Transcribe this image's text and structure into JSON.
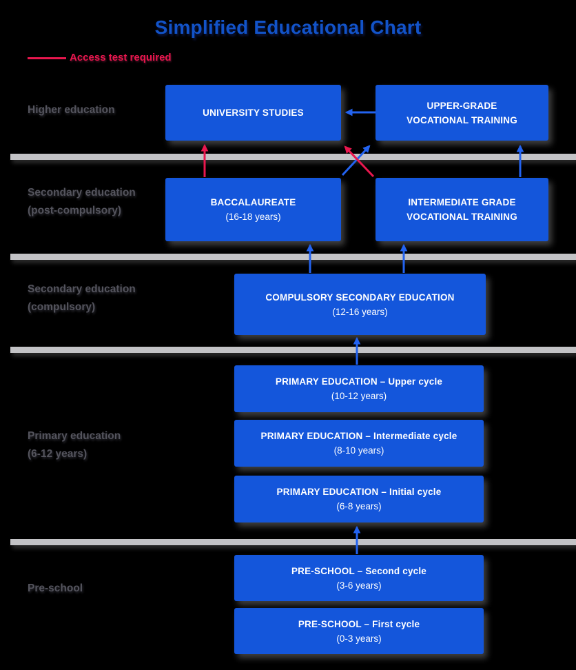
{
  "title": "Simplified Educational Chart",
  "legend": {
    "label": "Access test required"
  },
  "colors": {
    "background": "#000000",
    "title-blue": "#1253c8",
    "box-blue": "#1456db",
    "arrow-blue": "#2363f0",
    "crimson": "#e9174e",
    "band-gray": "#c3c3c6",
    "label-gray": "#54545d",
    "box-text": "#ffffff"
  },
  "stage_labels": [
    {
      "line1": "Higher education",
      "line2": ""
    },
    {
      "line1": "Secondary education",
      "line2": "(post-compulsory)"
    },
    {
      "line1": "Secondary education",
      "line2": "(compulsory)"
    },
    {
      "line1": "Primary education",
      "line2": "(6-12 years)"
    },
    {
      "line1": "Pre-school",
      "line2": ""
    }
  ],
  "boxes": {
    "university": {
      "line1": "UNIVERSITY STUDIES"
    },
    "upper_vt": {
      "line1": "UPPER-GRADE",
      "line2": "VOCATIONAL TRAINING"
    },
    "baccalaureate": {
      "line1": "BACCALAUREATE",
      "sub": "(16-18 years)"
    },
    "intermediate_vt": {
      "line1": "INTERMEDIATE GRADE",
      "line2": "VOCATIONAL TRAINING"
    },
    "compulsory_secondary": {
      "line1": "COMPULSORY SECONDARY EDUCATION",
      "sub": "(12-16 years)"
    },
    "primary_upper": {
      "line1": "PRIMARY EDUCATION – Upper cycle",
      "sub": "(10-12 years)"
    },
    "primary_intermediate": {
      "line1": "PRIMARY EDUCATION – Intermediate cycle",
      "sub": "(8-10 years)"
    },
    "primary_initial": {
      "line1": "PRIMARY EDUCATION – Initial cycle",
      "sub": "(6-8 years)"
    },
    "preschool_second": {
      "line1": "PRE-SCHOOL – Second cycle",
      "sub": "(3-6 years)"
    },
    "preschool_first": {
      "line1": "PRE-SCHOOL – First cycle",
      "sub": "(0-3 years)"
    }
  },
  "connections": [
    {
      "from": "UPPER-GRADE VOCATIONAL TRAINING",
      "to": "UNIVERSITY STUDIES",
      "access_test": false
    },
    {
      "from": "BACCALAUREATE",
      "to": "UNIVERSITY STUDIES",
      "access_test": true
    },
    {
      "from": "BACCALAUREATE",
      "to": "UPPER-GRADE VOCATIONAL TRAINING",
      "access_test": false
    },
    {
      "from": "INTERMEDIATE GRADE VOCATIONAL TRAINING",
      "to": "UNIVERSITY STUDIES",
      "access_test": true
    },
    {
      "from": "INTERMEDIATE GRADE VOCATIONAL TRAINING",
      "to": "UPPER-GRADE VOCATIONAL TRAINING",
      "access_test": false
    },
    {
      "from": "COMPULSORY SECONDARY EDUCATION",
      "to": "BACCALAUREATE",
      "access_test": false
    },
    {
      "from": "COMPULSORY SECONDARY EDUCATION",
      "to": "INTERMEDIATE GRADE VOCATIONAL TRAINING",
      "access_test": false
    },
    {
      "from": "PRIMARY EDUCATION – Upper cycle",
      "to": "COMPULSORY SECONDARY EDUCATION",
      "access_test": false
    },
    {
      "from": "PRE-SCHOOL – Second cycle",
      "to": "PRIMARY EDUCATION – Initial cycle",
      "access_test": false
    }
  ]
}
